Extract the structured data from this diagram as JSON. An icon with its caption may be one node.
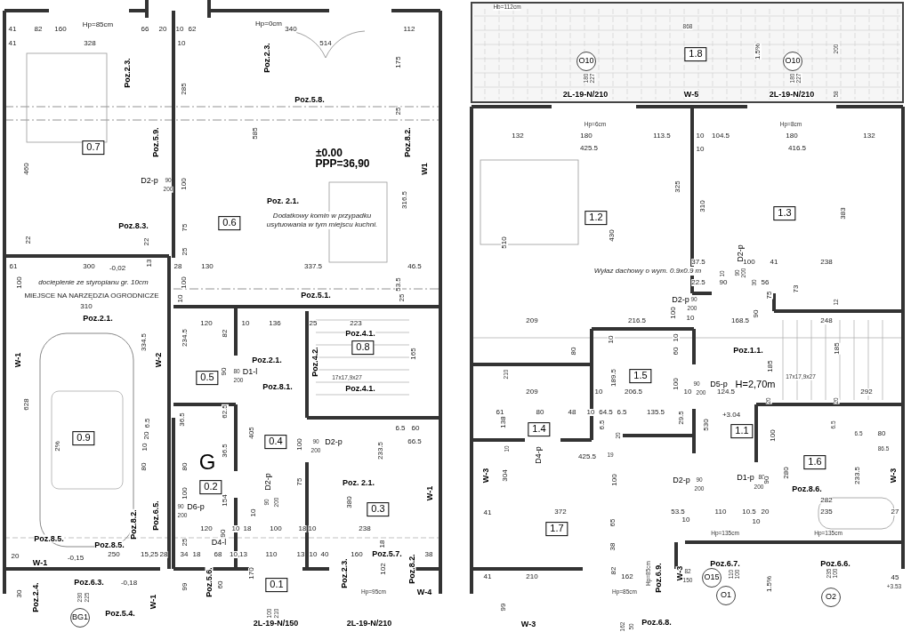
{
  "diagram": {
    "nodes": [
      {
        "text": [
          "0.7"
        ]
      },
      {
        "text": [
          "0.6"
        ]
      },
      {
        "text": [
          "0.8"
        ]
      },
      {
        "text": [
          "0.5"
        ]
      },
      {
        "text": [
          "0.9"
        ]
      },
      {
        "text": [
          "0.4"
        ]
      },
      {
        "text": [
          "0.2"
        ]
      },
      {
        "text": [
          "0.3"
        ]
      },
      {
        "text": [
          "0.1"
        ]
      },
      {
        "text": [
          "BG1"
        ]
      },
      {
        "text": [
          "O10"
        ]
      },
      {
        "text": [
          "1.8"
        ]
      },
      {
        "text": [
          "O10"
        ]
      },
      {
        "text": [
          "1.2"
        ]
      },
      {
        "text": [
          "1.3"
        ]
      },
      {
        "text": [
          "1.5"
        ]
      },
      {
        "text": [
          "1.4"
        ]
      },
      {
        "text": [
          "1.1"
        ]
      },
      {
        "text": [
          "1.6"
        ]
      },
      {
        "text": [
          "1.7"
        ]
      },
      {
        "text": [
          "O15"
        ]
      },
      {
        "text": [
          "O1"
        ]
      },
      {
        "text": [
          "O2"
        ]
      }
    ],
    "labels": [
      "41",
      "82",
      "160",
      "Hp=85cm",
      "66",
      "20",
      "10",
      "62",
      "Hp=0cm",
      "340",
      "112",
      "41",
      "328",
      "10",
      "514",
      "Poz.2.3.",
      "Poz.2.3.",
      "175",
      "285",
      "Poz.5.8.",
      "25",
      "585",
      "Poz.5.9.",
      "Poz.8.2.",
      "460",
      "±0.00",
      "PPP=36,90",
      "W1",
      "D2-p",
      "90",
      "200",
      "100",
      "Poz. 2.1.",
      "316.5",
      "Dodatkowy komin w przypadku usytuowania w tym miejscu kuchni.",
      "Poz.8.3.",
      "75",
      "22",
      "22",
      "25",
      "13",
      "61",
      "300",
      "-0,02",
      "28",
      "130",
      "337.5",
      "46.5",
      "docieplenie ze styropianu gr. 10cm",
      "100",
      "100",
      "53.5",
      "MIEJSCE NA NARZĘDZIA OGRODNICZE",
      "Poz.5.1.",
      "310",
      "10",
      "25",
      "Poz.2.1.",
      "120",
      "10",
      "136",
      "25",
      "223",
      "234.5",
      "82",
      "334.5",
      "Poz.4.1.",
      "165",
      "W-1",
      "W-2",
      "Poz.2.1.",
      "Poz.4.2.",
      "90",
      "80",
      "D1-l",
      "200",
      "17x17,9x27",
      "Poz.8.1.",
      "Poz.4.1.",
      "628",
      "36.5",
      "62.5",
      "405",
      "100",
      "90",
      "D2-p",
      "200",
      "6.5",
      "60",
      "66.5",
      "2%",
      "6.5",
      "20",
      "10",
      "G",
      "36.5",
      "80",
      "80",
      "233.5",
      "Poz. 2.1.",
      "D2-p",
      "90",
      "200",
      "75",
      "100",
      "154",
      "90",
      "D6-p",
      "200",
      "380",
      "W-1",
      "Poz.8.2.",
      "Poz.6.5.",
      "10",
      "120",
      "90",
      "10",
      "18",
      "100",
      "18",
      "10",
      "238",
      "Poz.8.5.",
      "Poz.8.5.",
      "25",
      "D4-l",
      "18",
      "20",
      "W-1",
      "-0,15",
      "250",
      "15,25",
      "28",
      "34",
      "18",
      "68",
      "10,13",
      "110",
      "13",
      "10",
      "40",
      "160",
      "Poz.5.7.",
      "38",
      "Poz.2.3.",
      "102",
      "Poz.8.2.",
      "Hp=95cm",
      "Poz.5.6.",
      "99",
      "60",
      "170",
      "W-4",
      "Poz.2.4.",
      "30",
      "Poz.6.3.",
      "-0,18",
      "230",
      "225",
      "W-1",
      "Poz.5.4.",
      "100",
      "210",
      "2L-19-N/150",
      "2L-19-N/210",
      "Hb=112cm",
      "868",
      "1.5%",
      "200",
      "180",
      "227",
      "180",
      "227",
      "2L-19-N/210",
      "W-5",
      "2L-19-N/210",
      "58",
      "Hp=6cm",
      "Hp=8cm",
      "132",
      "180",
      "113.5",
      "10",
      "104.5",
      "180",
      "132",
      "425.5",
      "10",
      "416.5",
      "325",
      "310",
      "383",
      "510",
      "430",
      "37.5",
      "D2-p",
      "90",
      "200",
      "100",
      "41",
      "238",
      "Wyłaz dachowy o wym. 0.9x0.9 m",
      "10",
      "22.5",
      "90",
      "30",
      "56",
      "75",
      "73",
      "D2-p",
      "90",
      "200",
      "12",
      "100",
      "90",
      "209",
      "216.5",
      "10",
      "168.5",
      "248",
      "Poz.1.1.",
      "80",
      "10",
      "10",
      "60",
      "185",
      "185",
      "210",
      "189.5",
      "100",
      "90",
      "D5-p",
      "200",
      "H=2,70m",
      "17x17,9x27",
      "209",
      "10",
      "206.5",
      "10",
      "124.5",
      "292",
      "20",
      "20",
      "61",
      "80",
      "48",
      "10",
      "64.5",
      "6.5",
      "135.5",
      "+3.04",
      "138",
      "6.5",
      "29.5",
      "530",
      "20",
      "100",
      "6.5",
      "6.5",
      "80",
      "86.5",
      "10",
      "D4-p",
      "425.5",
      "19",
      "W-3",
      "304",
      "100",
      "D2-p",
      "90",
      "200",
      "D1-p",
      "80",
      "200",
      "90",
      "280",
      "233.5",
      "W-3",
      "Poz.8.6.",
      "282",
      "41",
      "372",
      "53.5",
      "110",
      "10.5",
      "20",
      "235",
      "27",
      "65",
      "10",
      "10",
      "Hp=135cm",
      "Hp=135cm",
      "38",
      "Poz.6.7.",
      "Poz.6.6.",
      "82",
      "41",
      "210",
      "162",
      "Hp=85cm",
      "Poz.6.9.",
      "W-3",
      "82",
      "150",
      "110",
      "100",
      "1.5%",
      "235",
      "100",
      "45",
      "+3.53",
      "Hp=85cm",
      "99",
      "W-3",
      "162",
      "50",
      "Poz.6.8."
    ]
  }
}
